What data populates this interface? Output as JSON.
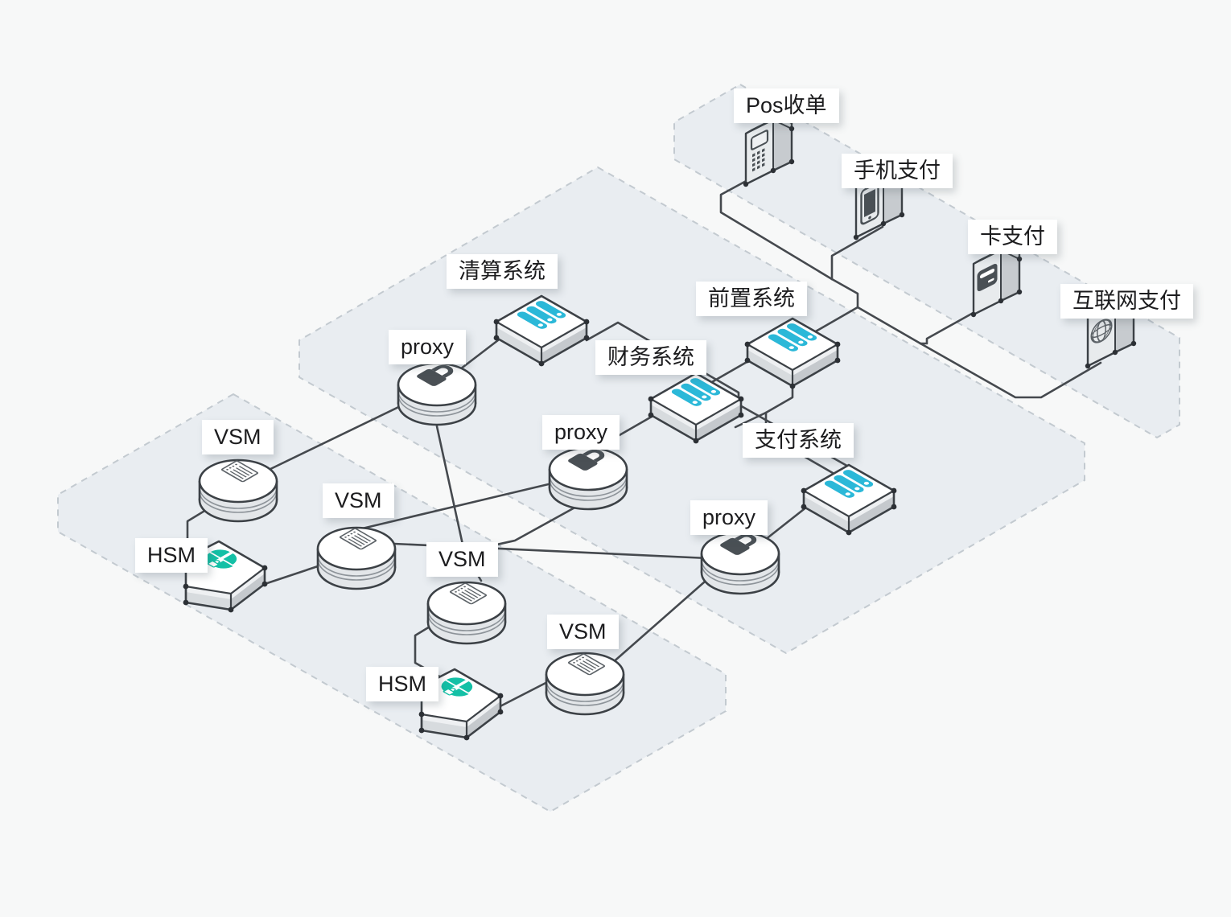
{
  "diagram_type": "isometric-payment-security-architecture",
  "labels": {
    "pos_acquiring": "Pos收单",
    "mobile_payment": "手机支付",
    "card_payment": "卡支付",
    "internet_payment": "互联网支付",
    "clearing_system": "清算系统",
    "front_system": "前置系统",
    "finance_system": "财务系统",
    "payment_system": "支付系统",
    "proxy_1": "proxy",
    "proxy_2": "proxy",
    "proxy_3": "proxy",
    "vsm_1": "VSM",
    "vsm_2": "VSM",
    "vsm_3": "VSM",
    "vsm_4": "VSM",
    "hsm_1": "HSM",
    "hsm_2": "HSM"
  },
  "icon_semantics": {
    "pos_acquiring": "pos-terminal-icon",
    "mobile_payment": "smartphone-icon",
    "card_payment": "card-reader-icon",
    "internet_payment": "globe-icon",
    "systems": "cyan-server-stack-icon",
    "proxy": "padlock-disk-icon",
    "vsm": "document-disk-icon",
    "hsm": "teal-shield-pinwheel-slab-icon"
  },
  "colors": {
    "background": "#F7F8F8",
    "plane_fill": "#E9EDF1",
    "plane_border": "#C3CAD0",
    "line": "#45494E",
    "icon_outline": "#3C4146",
    "server_icon_cyan": "#2BB8D8",
    "hsm_icon_teal": "#14C0A6",
    "glyph_gray": "#4A5055",
    "label_bg": "#FFFFFF",
    "label_text": "#1C1C1E"
  }
}
